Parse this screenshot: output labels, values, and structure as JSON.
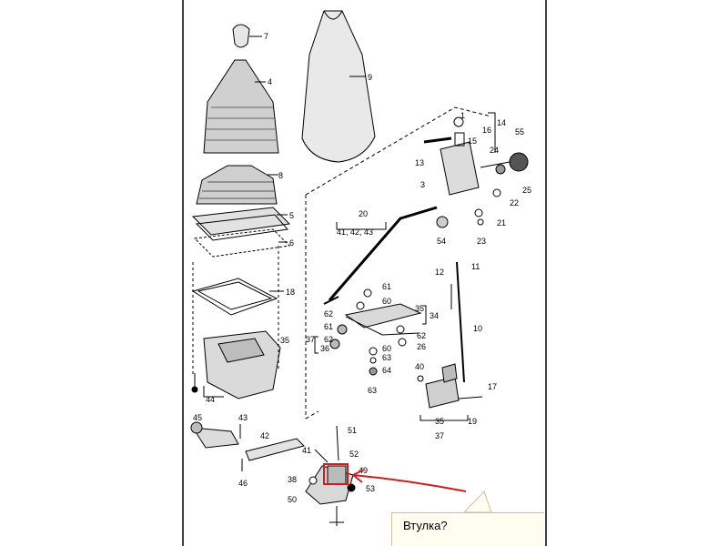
{
  "part_labels": [
    "7",
    "4",
    "9",
    "8",
    "5",
    "6",
    "18",
    "35",
    "44",
    "45",
    "43",
    "42",
    "46",
    "41",
    "38",
    "50",
    "51",
    "52",
    "49",
    "53",
    "20",
    "41, 42, 43",
    "61",
    "60",
    "62",
    "26",
    "63",
    "1",
    "16",
    "15",
    "14",
    "24",
    "55",
    "13",
    "3",
    "25",
    "22",
    "21",
    "23",
    "54",
    "12",
    "11",
    "10",
    "17",
    "19",
    "40",
    "35",
    "37",
    "34",
    "62",
    "63",
    "64",
    "60",
    "61",
    "62",
    "35",
    "36",
    "37"
  ],
  "tooltip": {
    "text": "Втулка?"
  },
  "colors": {
    "highlight": "#cc1f1f",
    "ink": "#000000",
    "tooltip_bg": "#fffdf0"
  }
}
